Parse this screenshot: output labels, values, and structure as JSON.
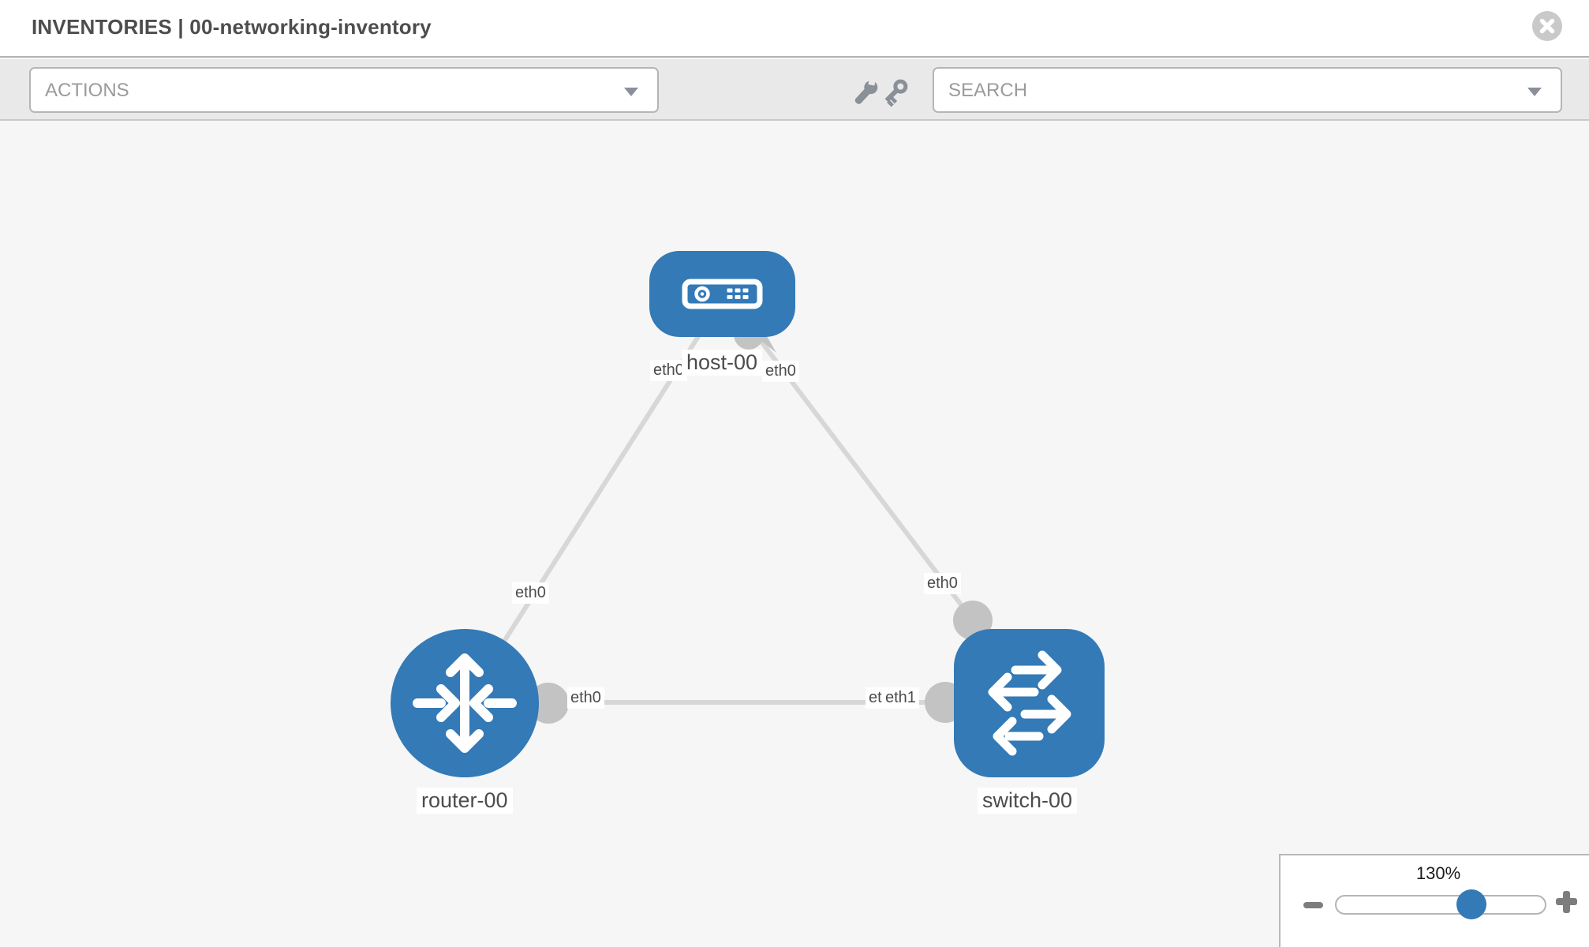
{
  "header": {
    "title": "INVENTORIES | 00-networking-inventory",
    "close_icon": "x-circle-icon"
  },
  "toolbar": {
    "actions": {
      "label": "ACTIONS",
      "caret_icon": "chevron-down-icon"
    },
    "wrench_icon": "wrench-icon",
    "key_icon": "key-icon",
    "search": {
      "label": "SEARCH",
      "caret_icon": "chevron-down-icon"
    }
  },
  "topology": {
    "nodes": [
      {
        "id": "host-00",
        "type": "host",
        "label": "host-00",
        "icon": "host-icon"
      },
      {
        "id": "router-00",
        "type": "router",
        "label": "router-00",
        "icon": "router-icon"
      },
      {
        "id": "switch-00",
        "type": "switch",
        "label": "switch-00",
        "icon": "switch-icon"
      }
    ],
    "links": [
      {
        "from": "host-00",
        "from_interface": "eth0",
        "to": "router-00",
        "to_interface": "eth0"
      },
      {
        "from": "host-00",
        "from_interface": "eth0",
        "to": "switch-00",
        "to_interface": "eth0"
      },
      {
        "from": "router-00",
        "from_interface": "eth0",
        "to": "switch-00",
        "to_interface": "eth1"
      }
    ],
    "interface_labels": [
      {
        "id": "host-router-host-end",
        "text": "eth0"
      },
      {
        "id": "host-switch-host-end",
        "text": "eth0"
      },
      {
        "id": "host-router-router-end",
        "text": "eth0"
      },
      {
        "id": "host-switch-switch-end",
        "text": "eth0"
      },
      {
        "id": "router-switch-router-end",
        "text": "eth0"
      },
      {
        "id": "router-switch-switch-end-under",
        "text": "eth0"
      },
      {
        "id": "router-switch-switch-end",
        "text": "eth1"
      }
    ],
    "colors": {
      "node_fill": "#337ab7",
      "link": "#d7d7d7",
      "connector": "#c3c3c3",
      "canvas_background": "#f6f6f6"
    }
  },
  "zoom_control": {
    "value": "130%",
    "minus_icon": "zoom-out-icon",
    "plus_icon": "zoom-in-icon"
  }
}
